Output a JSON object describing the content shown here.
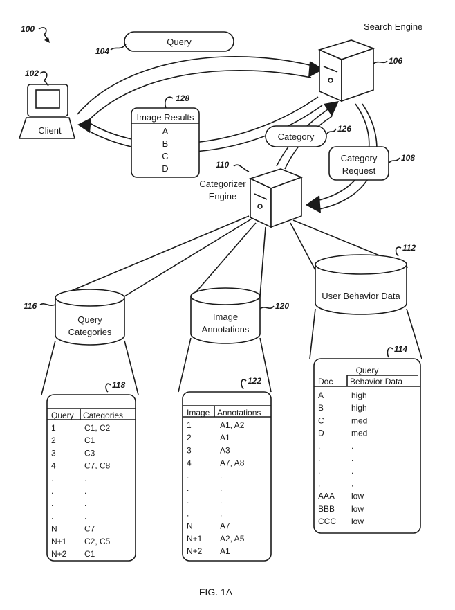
{
  "figure_caption": "FIG. 1A",
  "refs": {
    "system": "100",
    "client": "102",
    "query": "104",
    "search_engine": "106",
    "category_request": "108",
    "categorizer_engine": "110",
    "user_behavior_data": "112",
    "query_behavior_table": "114",
    "query_categories": "116",
    "query_categories_table": "118",
    "image_annotations": "120",
    "image_annotations_table": "122",
    "category": "126",
    "image_results": "128"
  },
  "labels": {
    "client": "Client",
    "query": "Query",
    "search_engine": "Search Engine",
    "category": "Category",
    "category_request_1": "Category",
    "category_request_2": "Request",
    "categorizer_1": "Categorizer",
    "categorizer_2": "Engine",
    "image_results_title": "Image Results",
    "image_results_items": [
      "A",
      "B",
      "C",
      "D"
    ],
    "query_categories_1": "Query",
    "query_categories_2": "Categories",
    "image_annotations_1": "Image",
    "image_annotations_2": "Annotations",
    "user_behavior": "User Behavior Data"
  },
  "query_categories_table": {
    "headers": [
      "Query",
      "Categories"
    ],
    "rows": [
      [
        "1",
        "C1, C2"
      ],
      [
        "2",
        "C1"
      ],
      [
        "3",
        "C3"
      ],
      [
        "4",
        "C7, C8"
      ],
      [
        ".",
        "."
      ],
      [
        ".",
        "."
      ],
      [
        ".",
        "."
      ],
      [
        ".",
        "."
      ],
      [
        "N",
        "C7"
      ],
      [
        "N+1",
        "C2, C5"
      ],
      [
        "N+2",
        "C1"
      ]
    ]
  },
  "image_annotations_table": {
    "headers": [
      "Image",
      "Annotations"
    ],
    "rows": [
      [
        "1",
        "A1, A2"
      ],
      [
        "2",
        "A1"
      ],
      [
        "3",
        "A3"
      ],
      [
        "4",
        "A7, A8"
      ],
      [
        ".",
        "."
      ],
      [
        ".",
        "."
      ],
      [
        ".",
        "."
      ],
      [
        ".",
        "."
      ],
      [
        "N",
        "A7"
      ],
      [
        "N+1",
        "A2, A5"
      ],
      [
        "N+2",
        "A1"
      ]
    ]
  },
  "query_behavior_table": {
    "title": "Query",
    "headers": [
      "Doc",
      "Behavior Data"
    ],
    "rows": [
      [
        "A",
        "high"
      ],
      [
        "B",
        "high"
      ],
      [
        "C",
        "med"
      ],
      [
        "D",
        "med"
      ],
      [
        ".",
        "."
      ],
      [
        ".",
        "."
      ],
      [
        ".",
        "."
      ],
      [
        ".",
        "."
      ],
      [
        "AAA",
        "low"
      ],
      [
        "BBB",
        "low"
      ],
      [
        "CCC",
        "low"
      ]
    ]
  }
}
